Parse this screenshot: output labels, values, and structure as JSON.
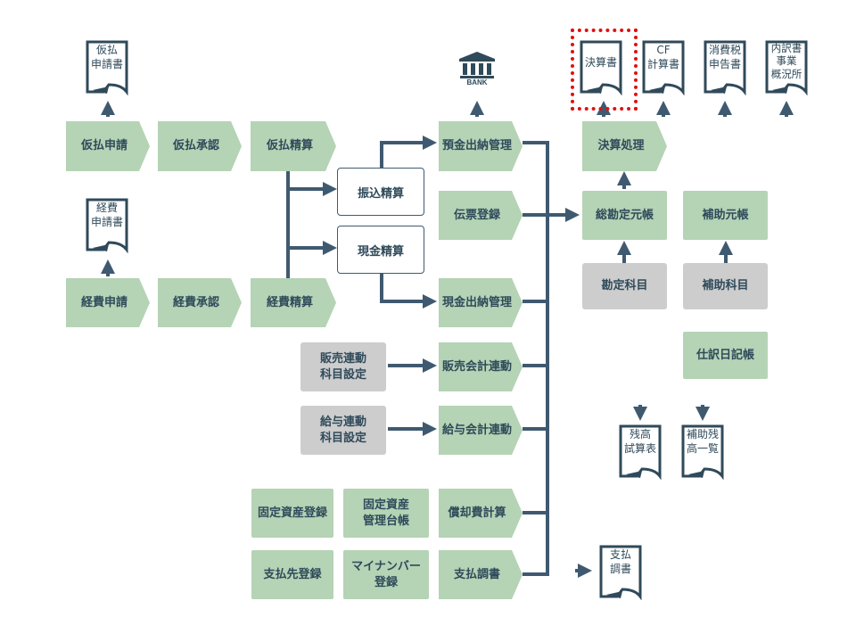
{
  "flow_row1": [
    "仮払申請",
    "仮払承認",
    "仮払精算"
  ],
  "flow_row2": [
    "経費申請",
    "経費承認",
    "経費精算"
  ],
  "settle": {
    "transfer": "振込精算",
    "cash": "現金精算"
  },
  "mid": {
    "deposit": "預金出納管理",
    "voucher": "伝票登録",
    "cashbook": "現金出納管理",
    "sales_link": "販売会計連動",
    "payroll_link": "給与会計連動",
    "depreciation": "償却費計算",
    "payment_report": "支払調書"
  },
  "grey_left": {
    "sales_setting": "販売連動\n科目設定",
    "payroll_setting": "給与連動\n科目設定"
  },
  "assets": {
    "register": "固定資産登録",
    "ledger": "固定資産\n管理台帳",
    "payee": "支払先登録",
    "mynumber": "マイナンバー\n登録"
  },
  "right": {
    "closing": "決算処理",
    "general_ledger": "総勘定元帳",
    "sub_ledger": "補助元帳",
    "accounts": "勘定科目",
    "sub_accounts": "補助科目",
    "journal": "仕訳日記帳"
  },
  "docs": {
    "advance_form": "仮払\n申請書",
    "expense_form": "経費\n申請書",
    "financial_statements": "決算書",
    "cf_statement": "CF\n計算書",
    "tax_return": "消費税\n申告書",
    "business_status": "内訳書\n事業\n概況所",
    "trial_balance": "残高\n試算表",
    "sub_balance_list": "補助残\n高一覧",
    "payment_report_doc": "支払\n調書"
  },
  "bank_label": "BANK",
  "colors": {
    "chevron": "#b5d3b5",
    "grey": "#cdcdcd",
    "line": "#3f5a70",
    "highlight": "#e01010"
  }
}
